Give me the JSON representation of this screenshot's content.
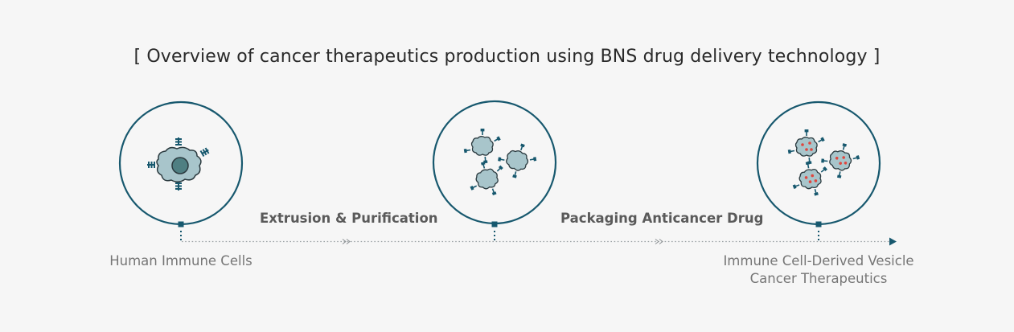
{
  "title": "[ Overview of cancer therapeutics production using BNS drug delivery technology ]",
  "stages": [
    {
      "label": "Human Immune Cells",
      "icon": "immune-cell-icon"
    },
    {
      "label": "",
      "icon": "vesicles-icon"
    },
    {
      "label": "Immune Cell-Derived Vesicle\nCancer Therapeutics",
      "icon": "drug-loaded-vesicles-icon"
    }
  ],
  "steps": [
    {
      "label": "Extrusion & Purification"
    },
    {
      "label": "Packaging Anticancer Drug"
    }
  ],
  "colors": {
    "accent": "#17586e",
    "cell_fill": "#a8c5cb",
    "nucleus_fill": "#4f7f82",
    "drug_dot": "#e0463e",
    "text": "#2a2a2a",
    "label": "#767676",
    "timeline": "#9aa0a3",
    "background": "#f6f6f6"
  }
}
